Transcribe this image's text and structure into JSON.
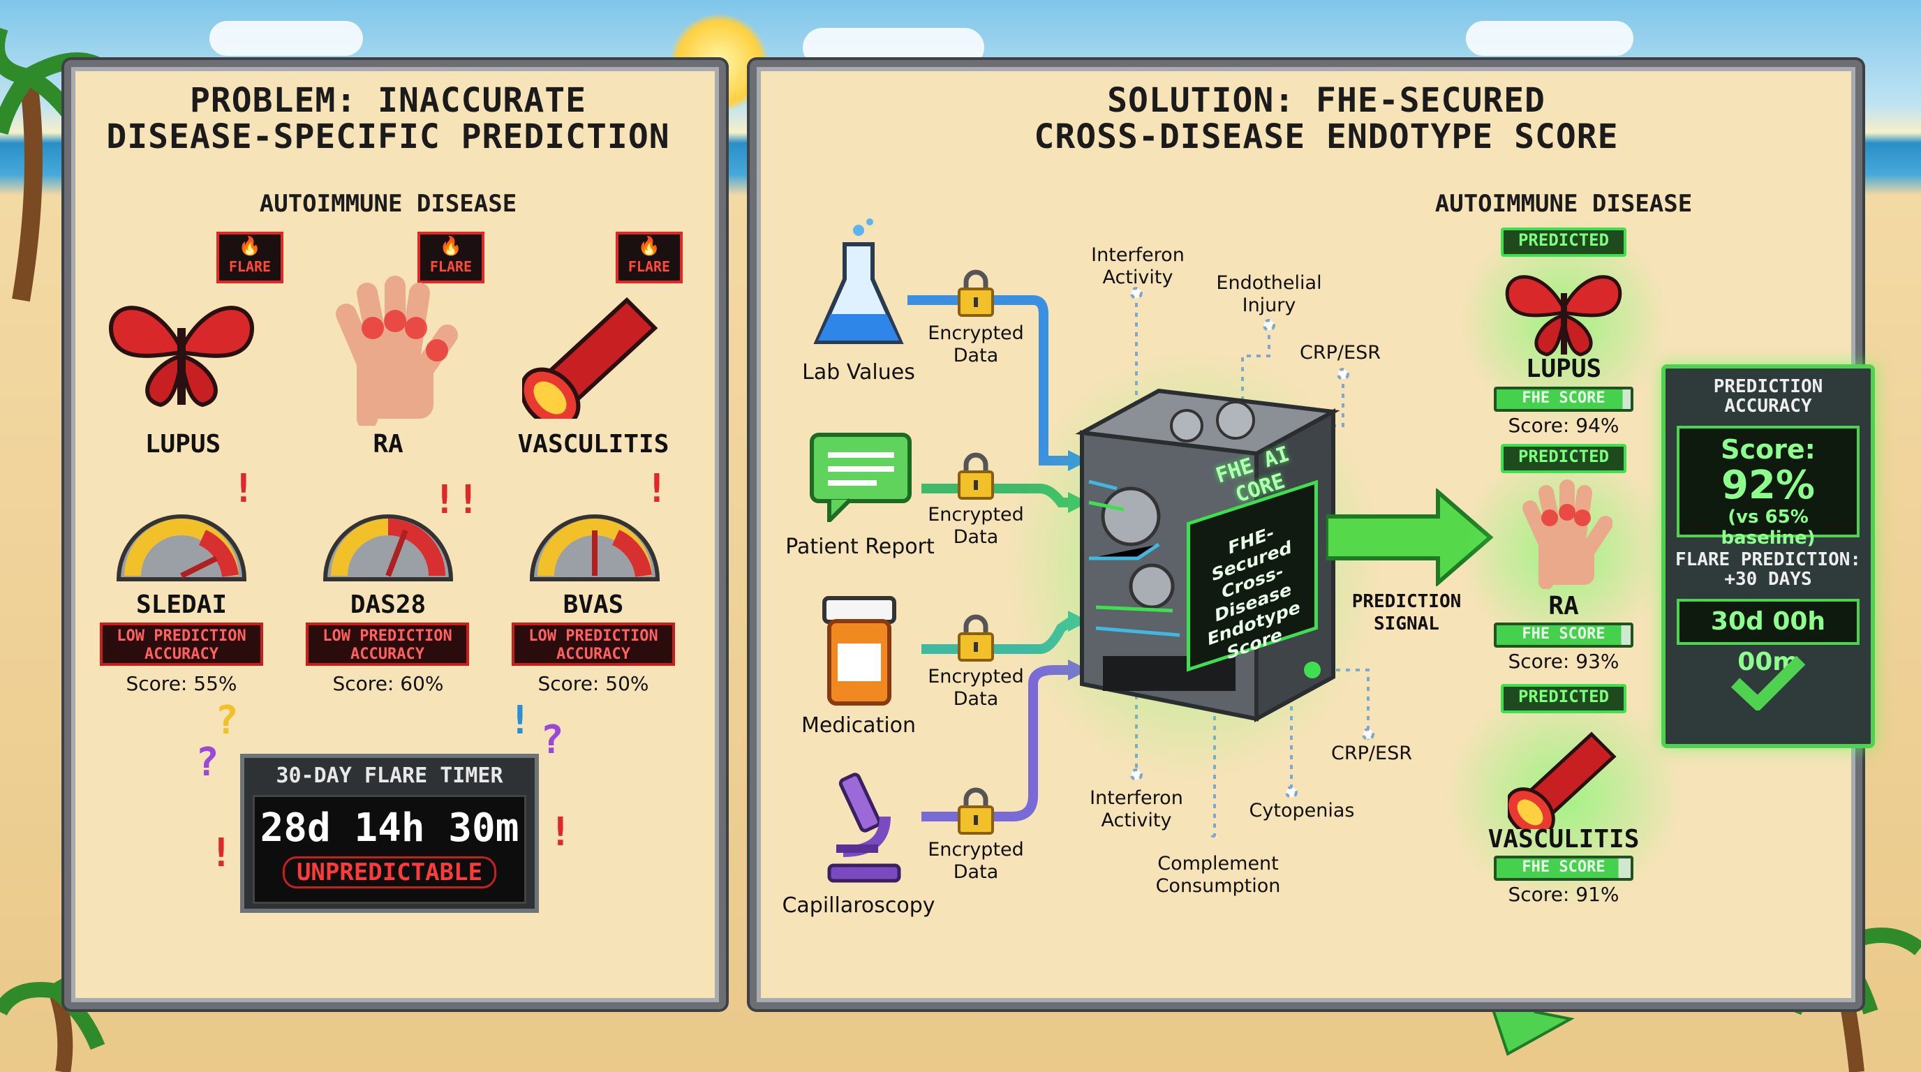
{
  "left": {
    "title_line1": "PROBLEM: INACCURATE",
    "title_line2": "DISEASE-SPECIFIC PREDICTION",
    "subtitle": "AUTOIMMUNE DISEASE",
    "flare_badge": "FLARE",
    "diseases": [
      {
        "name": "LUPUS",
        "index": "SLEDAI",
        "status": "LOW PREDICTION ACCURACY",
        "score": "Score: 55%"
      },
      {
        "name": "RA",
        "index": "DAS28",
        "status": "LOW PREDICTION ACCURACY",
        "score": "Score: 60%"
      },
      {
        "name": "VASCULITIS",
        "index": "BVAS",
        "status": "LOW PREDICTION ACCURACY",
        "score": "Score: 50%"
      }
    ],
    "timer": {
      "label": "30-DAY FLARE TIMER",
      "value": "28d 14h 30m",
      "status": "UNPREDICTABLE"
    }
  },
  "right": {
    "title_line1": "SOLUTION: FHE-SECURED",
    "title_line2": "CROSS-DISEASE ENDOTYPE SCORE",
    "inputs": [
      {
        "name": "Lab Values",
        "lock_label": "Encrypted Data"
      },
      {
        "name": "Patient Report",
        "lock_label": "Encrypted Data"
      },
      {
        "name": "Medication",
        "lock_label": "Encrypted Data"
      },
      {
        "name": "Capillaroscopy",
        "lock_label": "Encrypted Data"
      }
    ],
    "core": {
      "label": "FHE AI CORE",
      "screen_text": "FHE-Secured Cross-Disease Endotype Score"
    },
    "biomarkers_top": [
      "Interferon Activity",
      "Endothelial Injury",
      "CRP/ESR"
    ],
    "biomarkers_bottom": [
      "Interferon Activity",
      "Complement Consumption",
      "Cytopenias",
      "CRP/ESR"
    ],
    "signal_label": "PREDICTION SIGNAL",
    "output_subtitle": "AUTOIMMUNE DISEASE",
    "predicted_badge": "PREDICTED",
    "fhe_score_label": "FHE SCORE",
    "outputs": [
      {
        "name": "LUPUS",
        "score": "Score: 94%",
        "fraction": 0.94
      },
      {
        "name": "RA",
        "score": "Score: 93%",
        "fraction": 0.93
      },
      {
        "name": "VASCULITIS",
        "score": "Score: 91%",
        "fraction": 0.91
      }
    ],
    "accuracy": {
      "title": "PREDICTION ACCURACY",
      "score_label": "Score:",
      "score_value": "92%",
      "baseline": "(vs 65% baseline)",
      "flare_label": "FLARE PREDICTION: +30 DAYS",
      "flare_value": "30d 00h 00m"
    }
  },
  "colors": {
    "danger": "#e02828",
    "success": "#3fe04f",
    "panel": "#f6e3b8",
    "frame": "#6b6f74"
  }
}
